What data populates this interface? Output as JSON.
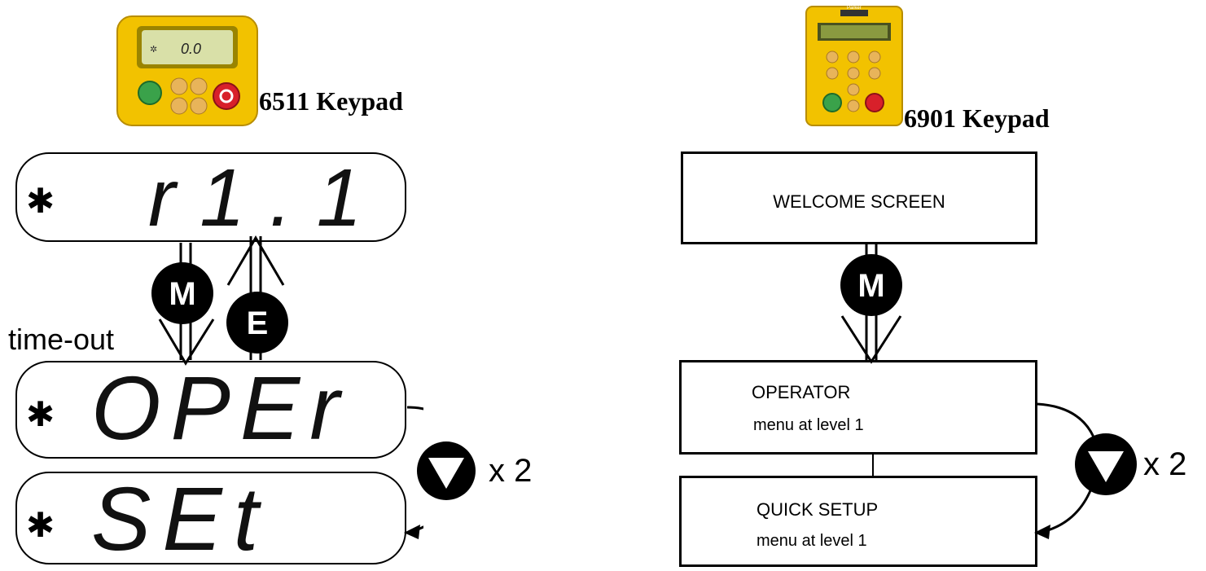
{
  "left": {
    "caption": "6511 Keypad",
    "keypad_display": "0.0",
    "displays": [
      {
        "text": "r1.1"
      },
      {
        "text": "OPEr"
      },
      {
        "text": "SEt"
      }
    ],
    "timeout_label": "time-out",
    "buttons": {
      "m": "M",
      "e": "E"
    },
    "repeat_label": "x 2"
  },
  "right": {
    "caption": "6901 Keypad",
    "keypad_brand": "Parker",
    "boxes": {
      "welcome": "WELCOME SCREEN",
      "operator_title": "OPERATOR",
      "operator_sub": "menu at level 1",
      "quick_title": "QUICK SETUP",
      "quick_sub": "menu at level 1"
    },
    "buttons": {
      "m": "M"
    },
    "repeat_label": "x 2"
  },
  "colors": {
    "keypad_yellow": "#f2c200",
    "keypad_lcd": "#d9e0a8",
    "green_button": "#3aa24a",
    "red_button": "#d8202a",
    "tan_button": "#e8b45a"
  }
}
